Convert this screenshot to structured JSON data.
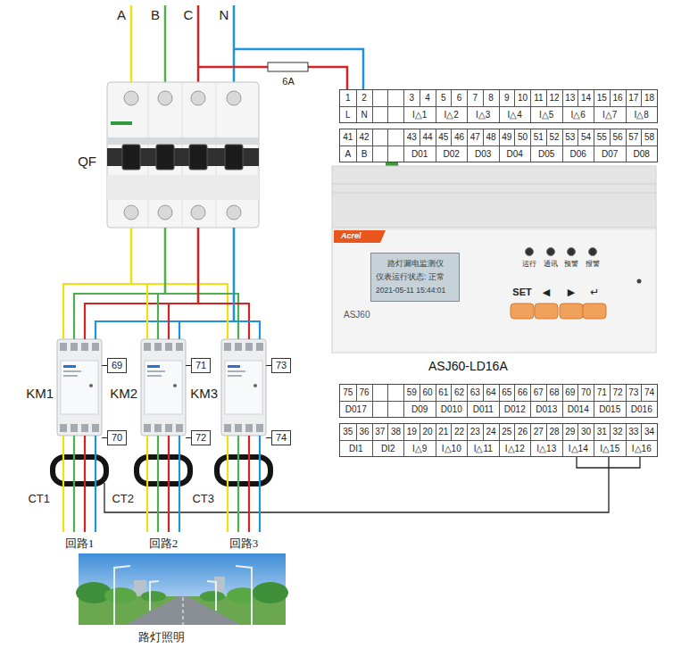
{
  "diagram": {
    "nodes": [
      {
        "text": [
          "QF"
        ]
      },
      {
        "text": [
          "KM1"
        ]
      },
      {
        "text": [
          "69"
        ]
      },
      {
        "text": [
          "70"
        ]
      },
      {
        "text": [
          "KM2"
        ]
      },
      {
        "text": [
          "71"
        ]
      },
      {
        "text": [
          "72"
        ]
      },
      {
        "text": [
          "KM3"
        ]
      },
      {
        "text": [
          "73"
        ]
      },
      {
        "text": [
          "74"
        ]
      },
      {
        "text": [
          "CT1"
        ]
      },
      {
        "text": [
          "CT2"
        ]
      },
      {
        "text": [
          "CT3"
        ]
      },
      {
        "text": [
          "Acrel",
          "ASJ60",
          "ASJ60-LD16A"
        ]
      },
      {
        "text": [
          "路灯漏电监测仪",
          "仪表运行状态: 正常",
          "2021-05-11 15:44:01"
        ],
        "in": 13
      }
    ],
    "edges": [
      {
        "from": 0,
        "to": 1,
        "arrow": "none"
      },
      {
        "from": 0,
        "to": 4,
        "arrow": "none"
      },
      {
        "from": 0,
        "to": 7,
        "arrow": "none"
      },
      {
        "from": 2,
        "to": 1,
        "arrow": "none"
      },
      {
        "from": 3,
        "to": 1,
        "arrow": "none"
      },
      {
        "from": 5,
        "to": 4,
        "arrow": "none"
      },
      {
        "from": 6,
        "to": 4,
        "arrow": "none"
      },
      {
        "from": 8,
        "to": 7,
        "arrow": "none"
      },
      {
        "from": 9,
        "to": 7,
        "arrow": "none"
      },
      {
        "from": 1,
        "to": 10,
        "arrow": "none"
      },
      {
        "from": 4,
        "to": 11,
        "arrow": "none"
      },
      {
        "from": 7,
        "to": 12,
        "arrow": "none"
      }
    ],
    "labels": [
      "A",
      "B",
      "C",
      "N",
      "6A",
      "1",
      "2",
      "3",
      "4",
      "5",
      "6",
      "7",
      "8",
      "9",
      "10",
      "11",
      "12",
      "13",
      "14",
      "15",
      "16",
      "17",
      "18",
      "L",
      "N",
      "I△1",
      "I△2",
      "I△3",
      "I△4",
      "I△5",
      "I△6",
      "I△7",
      "I△8",
      "41",
      "42",
      "43",
      "44",
      "45",
      "46",
      "47",
      "48",
      "49",
      "50",
      "51",
      "52",
      "53",
      "54",
      "55",
      "56",
      "57",
      "58",
      "A",
      "B",
      "D01",
      "D02",
      "D03",
      "D04",
      "D05",
      "D06",
      "D07",
      "D08",
      "75",
      "76",
      "59",
      "60",
      "61",
      "62",
      "63",
      "64",
      "65",
      "66",
      "67",
      "68",
      "69",
      "70",
      "71",
      "72",
      "73",
      "74",
      "D017",
      "D09",
      "D010",
      "D011",
      "D012",
      "D013",
      "D014",
      "D015",
      "D016",
      "35",
      "36",
      "37",
      "38",
      "19",
      "20",
      "21",
      "22",
      "23",
      "24",
      "25",
      "26",
      "27",
      "28",
      "29",
      "30",
      "31",
      "32",
      "33",
      "34",
      "DI1",
      "DI2",
      "I△9",
      "I△10",
      "I△11",
      "I△12",
      "I△13",
      "I△14",
      "I△15",
      "I△16",
      "运行",
      "通讯",
      "预警",
      "报警",
      "SET",
      "◀",
      "▶",
      "↵",
      "回路1",
      "回路2",
      "回路3",
      "路灯照明"
    ]
  }
}
